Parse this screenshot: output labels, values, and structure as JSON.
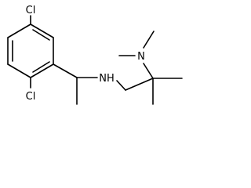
{
  "molecule": {
    "atoms": {
      "cl_top": "Cl",
      "cl_bottom": "Cl",
      "amine_nh": "NH",
      "dimethylamino_n": "N"
    }
  },
  "colors": {
    "bond": "#000000",
    "label": "#000000",
    "background": "#ffffff"
  }
}
